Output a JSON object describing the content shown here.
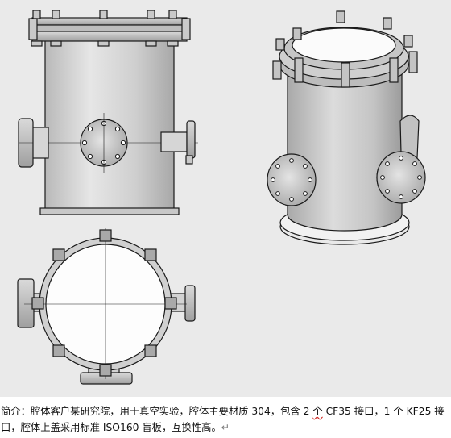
{
  "figure": {
    "views": [
      "front-elevation",
      "isometric",
      "top-plan"
    ]
  },
  "caption": {
    "part1": "简介：腔体客户某研究院，用于真空实验，腔体主要材质 304，包含 2 ",
    "quantity_word": "个",
    "part2": " CF35 接口，1 个 KF25 接口，腔体上盖采用标准 ISO160 盲板，互换性高。",
    "end_mark": "↵"
  },
  "colors": {
    "background": "#eaeaea",
    "metal": "#d2d2d2",
    "outline": "#1a1a1a",
    "caption_text": "#111111"
  }
}
